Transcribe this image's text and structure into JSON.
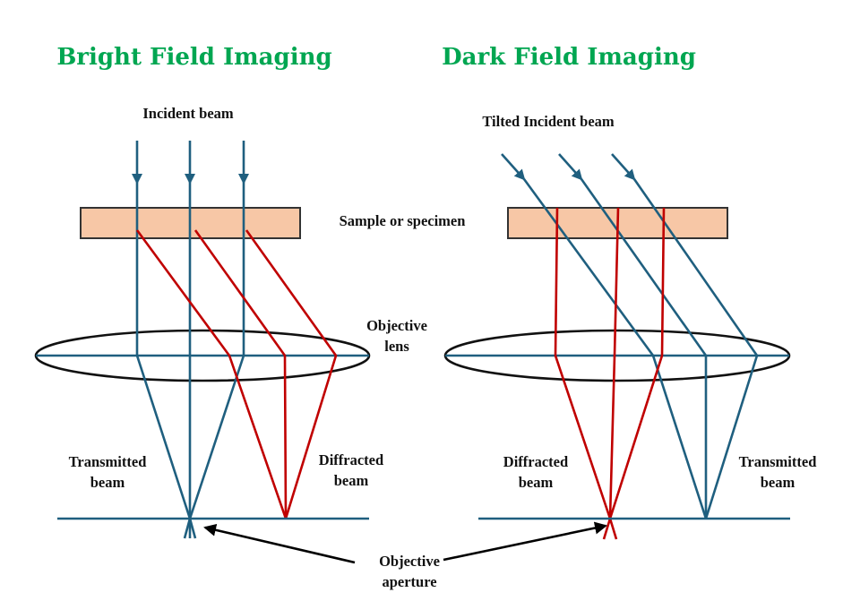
{
  "bright_field": {
    "title": "Bright Field Imaging",
    "incident_label": "Incident beam",
    "transmitted_label": [
      "Transmitted",
      "beam"
    ],
    "diffracted_label": [
      "Diffracted",
      "beam"
    ]
  },
  "dark_field": {
    "title": "Dark Field Imaging",
    "incident_label": "Tilted Incident beam",
    "diffracted_label": [
      "Diffracted",
      "beam"
    ],
    "transmitted_label": [
      "Transmitted",
      "beam"
    ]
  },
  "shared": {
    "sample_label": "Sample or specimen",
    "lens_label": [
      "Objective",
      "lens"
    ],
    "aperture_label": [
      "Objective",
      "aperture"
    ]
  },
  "colors": {
    "title": "#00a651",
    "transmitted_beam": "#1f5f7f",
    "diffracted_beam": "#c00000",
    "sample_fill": "#f7c7a6"
  }
}
